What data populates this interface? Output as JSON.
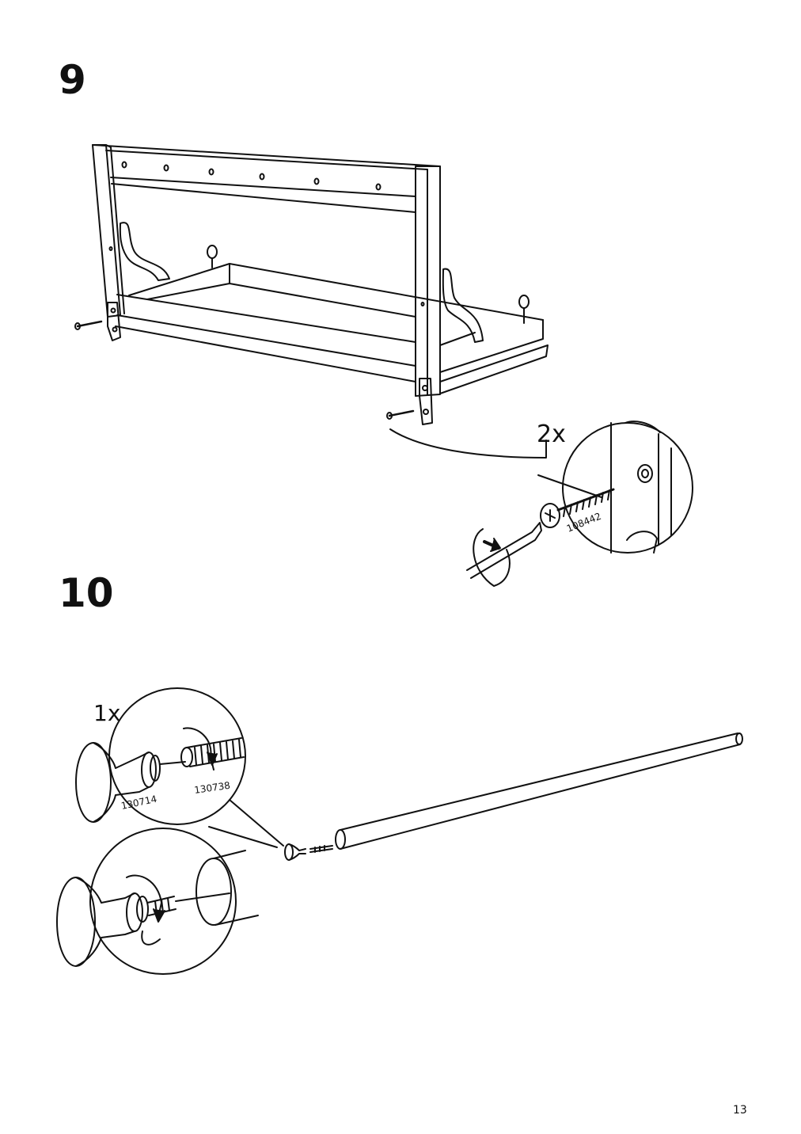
{
  "steps": {
    "step9": {
      "number": "9",
      "qty": "2x",
      "part_screw": "108442"
    },
    "step10": {
      "number": "10",
      "qty": "1x",
      "part_knob": "130714",
      "part_bolt": "130738"
    }
  },
  "page_number": "13",
  "colors": {
    "ink": "#111111",
    "paper": "#ffffff"
  }
}
